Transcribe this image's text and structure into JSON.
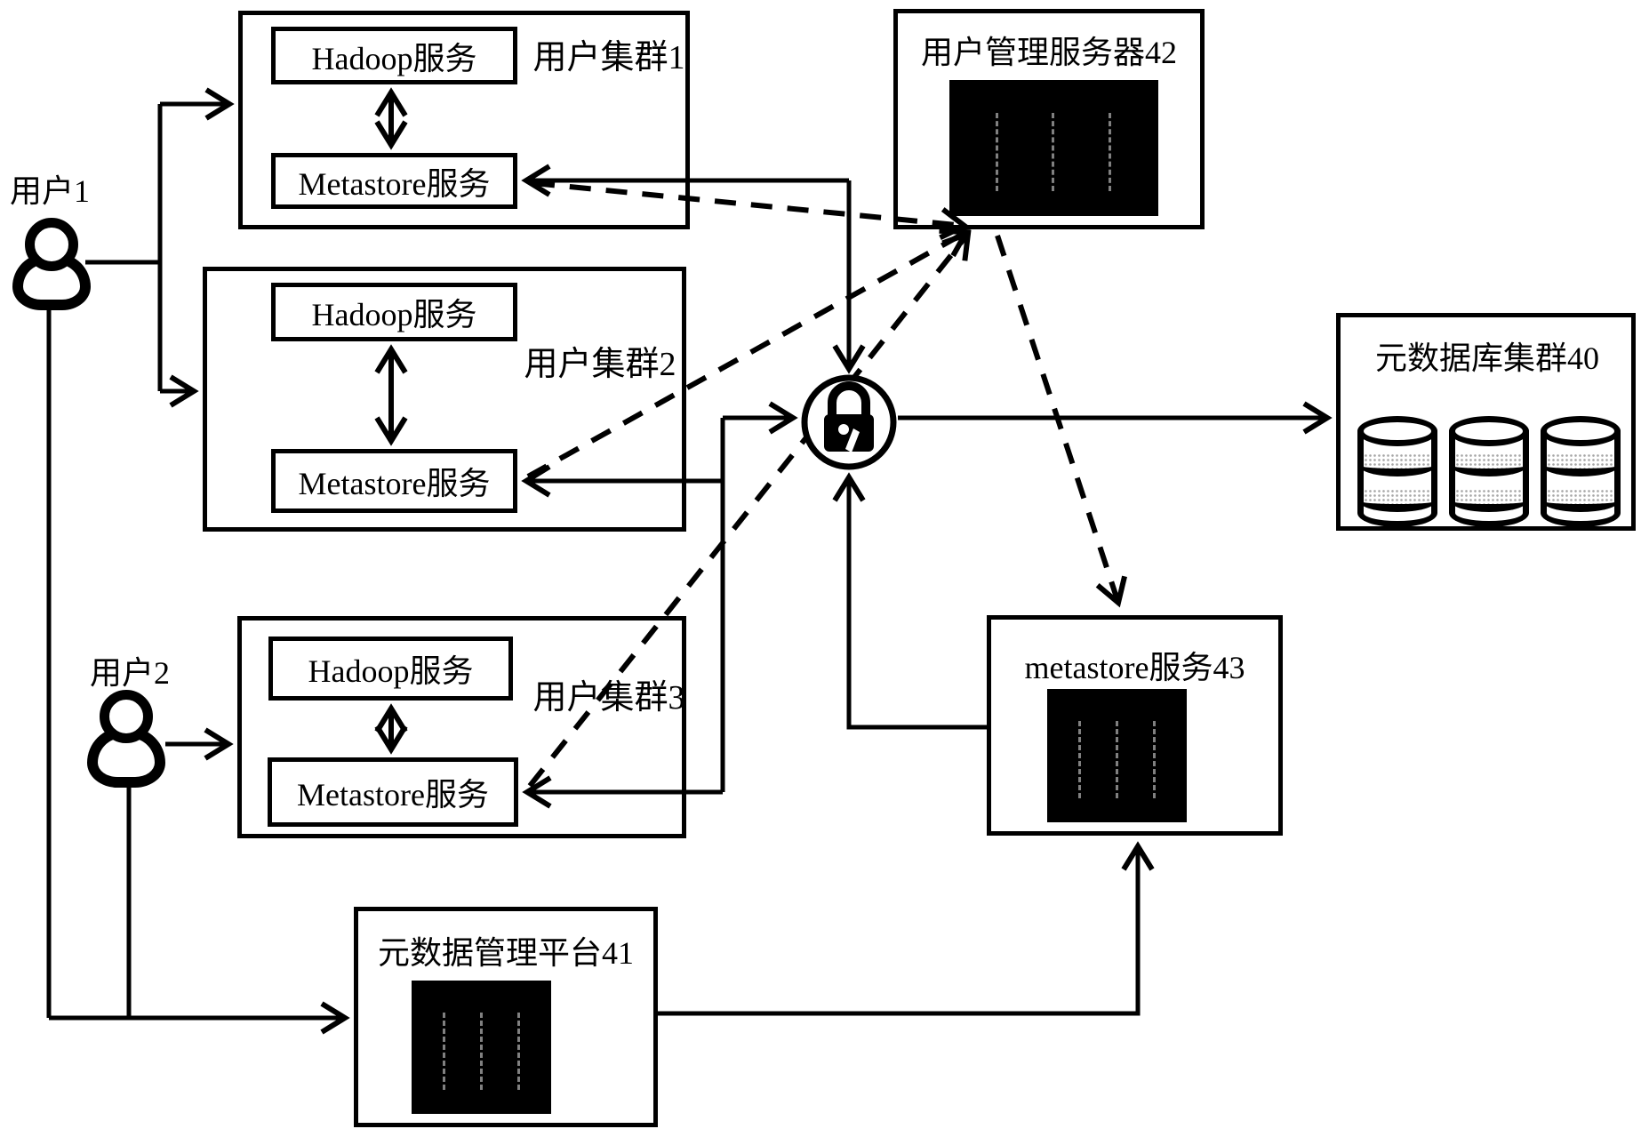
{
  "diagram": {
    "users": [
      {
        "label": "用户1"
      },
      {
        "label": "用户2"
      }
    ],
    "clusters": [
      {
        "title": "用户集群1",
        "hadoop_label": "Hadoop服务",
        "metastore_label": "Metastore服务"
      },
      {
        "title": "用户集群2",
        "hadoop_label": "Hadoop服务",
        "metastore_label": "Metastore服务"
      },
      {
        "title": "用户集群3",
        "hadoop_label": "Hadoop服务",
        "metastore_label": "Metastore服务"
      }
    ],
    "user_mgmt_server": {
      "title": "用户管理服务器42"
    },
    "metadata_db_cluster": {
      "title": "元数据库集群40"
    },
    "metastore_service": {
      "title": "metastore服务43"
    },
    "metadata_platform": {
      "title": "元数据管理平台41"
    },
    "icons": {
      "user": "person-icon",
      "server": "server-icon",
      "database": "database-cylinder-icon",
      "lock": "padlock-icon"
    },
    "colors": {
      "line": "#000000",
      "background": "#ffffff"
    }
  }
}
